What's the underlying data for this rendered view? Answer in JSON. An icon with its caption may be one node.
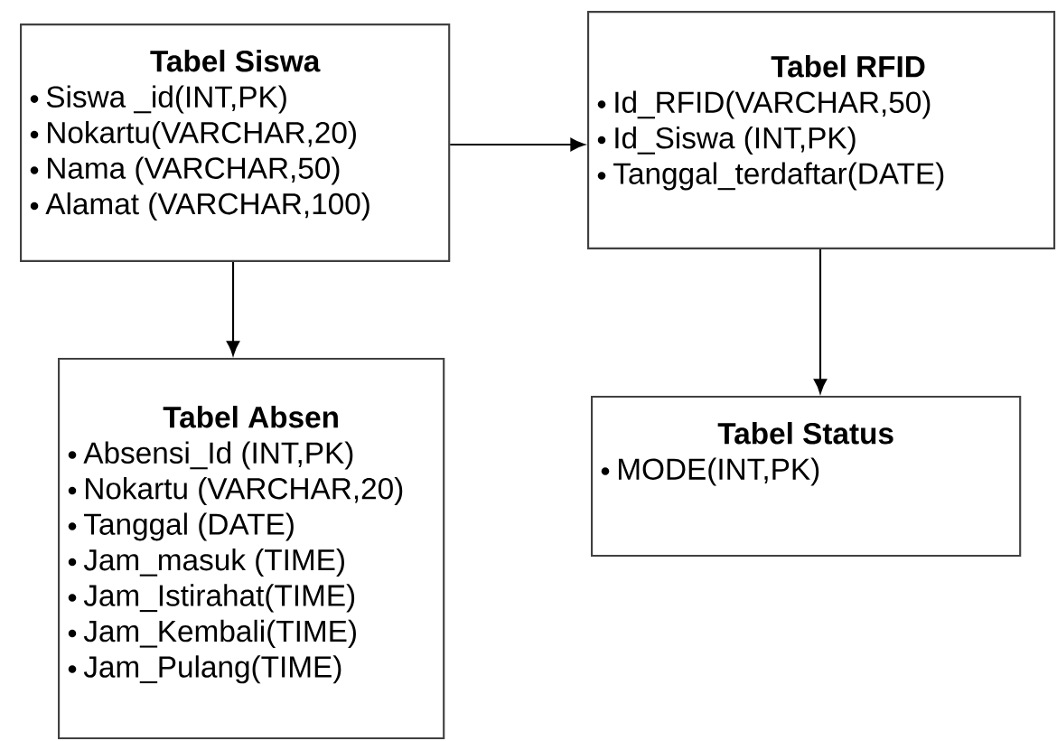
{
  "diagram": {
    "nodes": [
      {
        "text": [
          "Tabel Siswa",
          "Siswa _id(INT,PK)",
          "Nokartu(VARCHAR,20)",
          "Nama (VARCHAR,50)",
          "Alamat (VARCHAR,100)"
        ]
      },
      {
        "text": [
          "Tabel RFID",
          "Id_RFID(VARCHAR,50)",
          "Id_Siswa (INT,PK)",
          "Tanggal_terdaftar(DATE)"
        ]
      },
      {
        "text": [
          "Tabel Absen",
          "Absensi_Id (INT,PK)",
          "Nokartu (VARCHAR,20)",
          "Tanggal (DATE)",
          "Jam_masuk (TIME)",
          "Jam_Istirahat(TIME)",
          "Jam_Kembali(TIME)",
          "Jam_Pulang(TIME)"
        ]
      },
      {
        "text": [
          "Tabel Status",
          "MODE(INT,PK)"
        ]
      }
    ],
    "edges": [
      {
        "from": 0,
        "to": 1,
        "arrow": "to"
      },
      {
        "from": 0,
        "to": 2,
        "arrow": "to"
      },
      {
        "from": 1,
        "to": 3,
        "arrow": "to"
      }
    ]
  }
}
